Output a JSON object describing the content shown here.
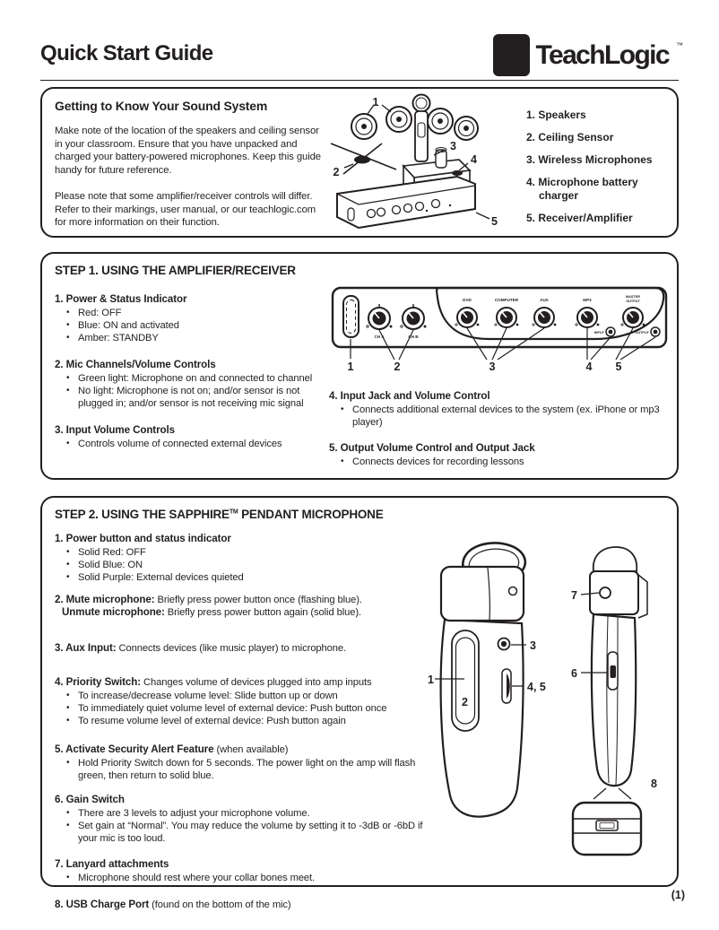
{
  "ui": {
    "page_number": "(1)"
  },
  "header": {
    "title": "Quick Start Guide",
    "logo_text": "TeachLogic",
    "logo_tm": "™"
  },
  "intro": {
    "title": "Getting to Know Your Sound System",
    "para1": "Make note of the location of the speakers and ceiling sensor in your classroom. Ensure that you have unpacked and charged your battery-powered microphones. Keep this guide handy for future reference.",
    "para2": "Please note that some amplifier/receiver controls will differ. Refer to their markings, user manual, or our teachlogic.com for more information on their function.",
    "legend": [
      "1. Speakers",
      "2. Ceiling Sensor",
      "3. Wireless Microphones",
      "4. Microphone battery charger",
      "5. Receiver/Amplifier"
    ],
    "callouts": {
      "c1": "1",
      "c2": "2",
      "c3": "3",
      "c4": "4",
      "c5": "5"
    }
  },
  "step1": {
    "title": "STEP 1. USING THE AMPLIFIER/RECEIVER",
    "item1": {
      "heading": "1. Power & Status Indicator",
      "b1": "Red: OFF",
      "b2": "Blue: ON and activated",
      "b3": "Amber: STANDBY"
    },
    "item2": {
      "heading": "2. Mic Channels/Volume Controls",
      "b1": "Green light: Microphone on and connected to channel",
      "b2": "No light: Microphone is not on; and/or sensor is not plugged in; and/or sensor is not receiving mic signal"
    },
    "item3": {
      "heading": "3. Input Volume Controls",
      "b1": "Controls volume of connected external devices"
    },
    "item4": {
      "heading": "4. Input Jack and Volume Control",
      "b1": "Connects additional external devices to the system (ex. iPhone or mp3 player)"
    },
    "item5": {
      "heading": "5. Output Volume Control and Output Jack",
      "b1": "Connects devices for recording lessons"
    },
    "diagram": {
      "knob_cha": "CH A",
      "knob_chb": "CH B",
      "knob_dvd": "DVD",
      "knob_computer": "COMPUTER",
      "knob_aux": "AUX",
      "knob_mp3": "MP3",
      "knob_master_l1": "MASTER",
      "knob_master_l2": "OUTPUT",
      "jack_input": "INPUT",
      "jack_output": "OUTPUT",
      "callouts": {
        "c1": "1",
        "c2": "2",
        "c3": "3",
        "c4": "4",
        "c5": "5"
      }
    }
  },
  "step2": {
    "title_pre": "STEP 2. USING THE SAPPHIRE",
    "title_tm": "TM",
    "title_post": " PENDANT MICROPHONE",
    "item1": {
      "heading": "1. Power button and status indicator",
      "b1": "Solid Red: OFF",
      "b2": "Solid Blue: ON",
      "b3": "Solid Purple: External devices quieted"
    },
    "item2": {
      "bold1": "2. Mute microphone:",
      "rest1": " Briefly press power button once (flashing blue).",
      "bold2": "Unmute microphone:",
      "rest2": " Briefly press power button again (solid blue)."
    },
    "item3": {
      "bold": "3. Aux Input:",
      "rest": " Connects devices (like music player) to microphone."
    },
    "item4": {
      "bold": "4. Priority Switch:",
      "rest": " Changes volume of devices plugged into amp inputs",
      "b1": "To increase/decrease volume level: Slide button up or down",
      "b2": "To immediately quiet volume level of external device: Push button once",
      "b3": "To resume volume level of external device: Push button again"
    },
    "item5": {
      "bold": "5. Activate Security Alert Feature",
      "rest": " (when available)",
      "b1": "Hold Priority Switch down for 5 seconds. The power light on the amp will flash green, then return to solid blue."
    },
    "item6": {
      "heading": "6. Gain Switch",
      "b1": "There are 3 levels to adjust your microphone volume.",
      "b2": "Set gain at “Normal”. You may reduce the volume by setting it to -3dB or -6bD if your mic is too loud."
    },
    "item7": {
      "heading": "7. Lanyard attachments",
      "b1": "Microphone should rest where your collar bones meet."
    },
    "item8": {
      "bold": "8. USB Charge Port",
      "rest": " (found on the bottom of the mic)"
    },
    "callouts": {
      "c1": "1",
      "c2": "2",
      "c3": "3",
      "c45": "4, 5",
      "c6": "6",
      "c7": "7",
      "c8": "8"
    }
  }
}
